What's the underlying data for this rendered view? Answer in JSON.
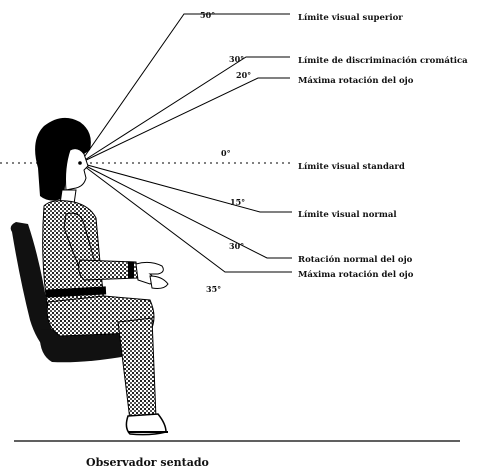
{
  "angles": {
    "a50_up": "50°",
    "a30_up": "30°",
    "a20_up": "20°",
    "a0": "0°",
    "a15_down": "15°",
    "a30_down": "30°",
    "a35_down": "35°"
  },
  "labels": {
    "upper_visual_limit": "Límite visual superior",
    "chromatic_limit": "Límite de discriminación cromática",
    "max_eye_rotation_up": "Máxima rotación del ojo",
    "standard_visual_limit": "Límite visual standard",
    "normal_visual_limit": "Límite visual normal",
    "normal_eye_rotation": "Rotación normal del ojo",
    "max_eye_rotation_down": "Máxima rotación del ojo"
  },
  "caption": "Observador sentado"
}
